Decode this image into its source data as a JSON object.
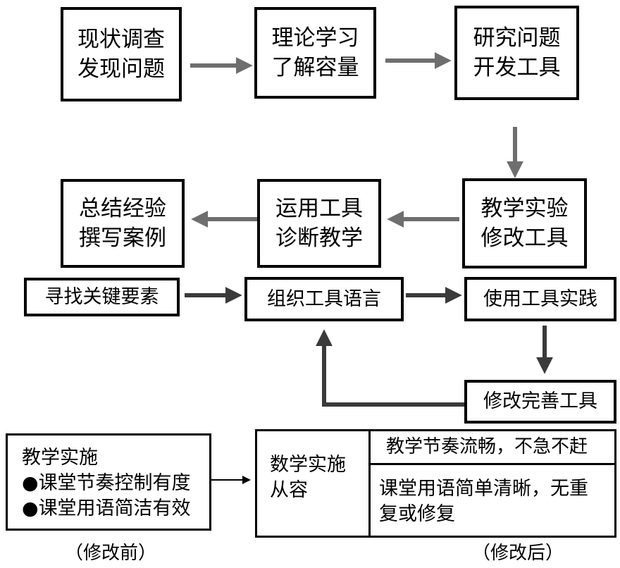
{
  "flow_top": {
    "step1": {
      "line1": "现状调查",
      "line2": "发现问题"
    },
    "step2": {
      "line1": "理论学习",
      "line2": "了解容量"
    },
    "step3": {
      "line1": "研究问题",
      "line2": "开发工具"
    },
    "step4": {
      "line1": "教学实验",
      "line2": "修改工具"
    },
    "step5": {
      "line1": "运用工具",
      "line2": "诊断教学"
    },
    "step6": {
      "line1": "总结经验",
      "line2": "撰写案例"
    }
  },
  "flow_bottom": {
    "find": "寻找关键要素",
    "organize": "组织工具语言",
    "use": "使用工具实践",
    "improve": "修改完善工具"
  },
  "before": {
    "title": "教学实施",
    "bullet": "●",
    "items": [
      "课堂节奏控制有度",
      "课堂用语简洁有效"
    ],
    "caption": "（修改前）"
  },
  "after": {
    "left_line1": "数学实施",
    "left_line2": "从容",
    "row1": "教学节奏流畅，不急不赶",
    "row2_line1": "课堂用语简单清晰，无重",
    "row2_line2": "复或修复",
    "caption": "（修改后）"
  },
  "colors": {
    "arrow_gray": "#6e6e6e",
    "arrow_dark": "#3a3a3a",
    "border": "#000000"
  }
}
